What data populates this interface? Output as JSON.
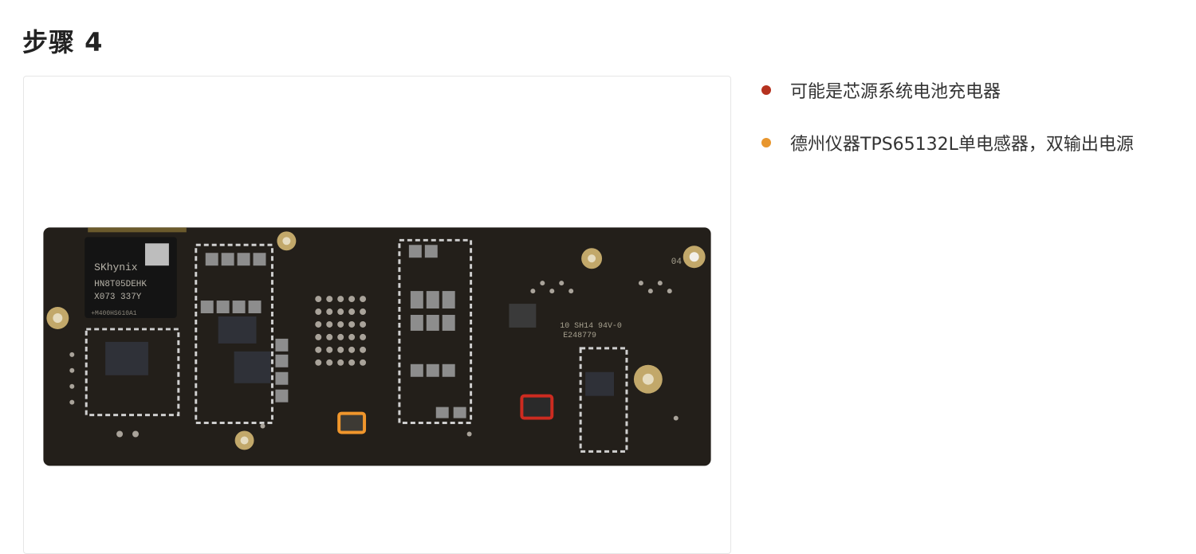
{
  "step": {
    "title": "步骤 4"
  },
  "board": {
    "chip_line1": "SKhynix",
    "chip_line2": "HN8T05DEHK",
    "chip_line3": "X073  337Y",
    "chip_line4": "+M400HS610A1",
    "marking_04": "04",
    "marking_ul": "10  SH14  94V-0",
    "marking_e": "E248779"
  },
  "bullets": [
    {
      "text": "可能是芯源系统电池充电器",
      "color": "#b5321f"
    },
    {
      "text": "德州仪器TPS65132L单电感器，双输出电源",
      "color": "#e8962e"
    }
  ],
  "highlight_colors": {
    "red": "#cc2b20",
    "orange": "#f0962c"
  }
}
